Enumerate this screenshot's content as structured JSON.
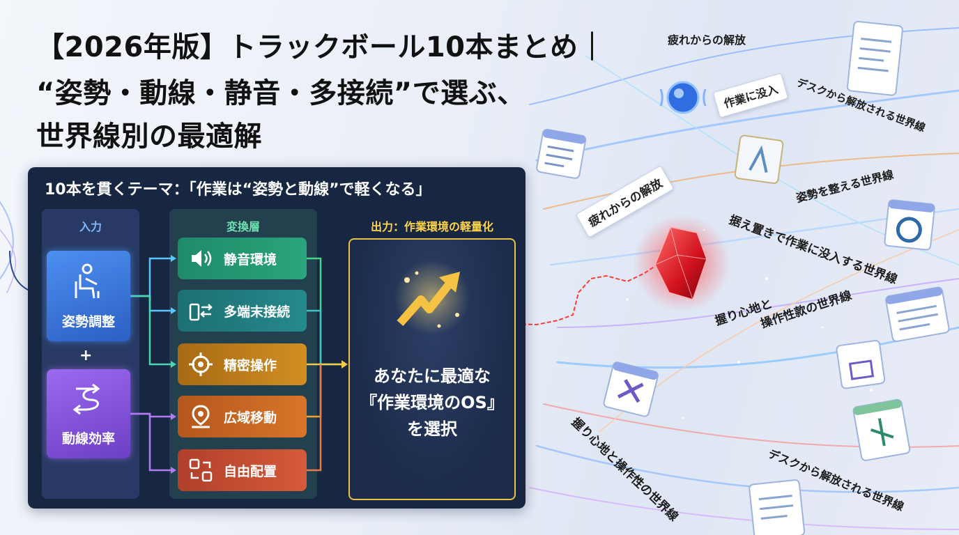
{
  "title": {
    "line1": "【2026年版】トラックボール10本まとめ｜",
    "line2": "“姿勢・動線・静音・多接続”で選ぶ、",
    "line3": "世界線別の最適解"
  },
  "panel": {
    "title": "10本を貫くテーマ：「作業は“姿勢と動線”で軽くなる」",
    "input_label": "入力",
    "transform_label": "変換層",
    "output_label": "出力：作業環境の軽量化",
    "inputs": [
      {
        "label": "姿勢調整",
        "icon": "seated-person-icon"
      },
      {
        "label": "動線効率",
        "icon": "route-arrows-icon"
      }
    ],
    "plus": "+",
    "transforms": [
      {
        "label": "静音環境",
        "icon": "speaker-icon"
      },
      {
        "label": "多端末接続",
        "icon": "devices-icon"
      },
      {
        "label": "精密操作",
        "icon": "crosshair-icon"
      },
      {
        "label": "広域移動",
        "icon": "location-pin-icon"
      },
      {
        "label": "自由配置",
        "icon": "layout-arrows-icon"
      }
    ],
    "output_lines": [
      "あなたに最適な",
      "『作業環境のOS』",
      "を選択"
    ]
  },
  "worldlines": {
    "top_label": "疲れからの解放",
    "tag_immersion": "作業に没入",
    "tag_fatigue": "疲れからの解放",
    "desk_release_1": "デスクから解放される世界線",
    "posture": "姿勢を整える世界線",
    "fixed_immersion": "据え置きで作業に没入する世界線",
    "grip_line1": "握り心地と",
    "grip_line2": "操作性款の世界線",
    "grip_bottom": "握り心地と操作性の世界線",
    "desk_release_2": "デスクから解放される世界線"
  },
  "colors": {
    "panel_bg": "#172742",
    "accent_gold": "#e8c24a",
    "gem_red": "#e0202a"
  }
}
